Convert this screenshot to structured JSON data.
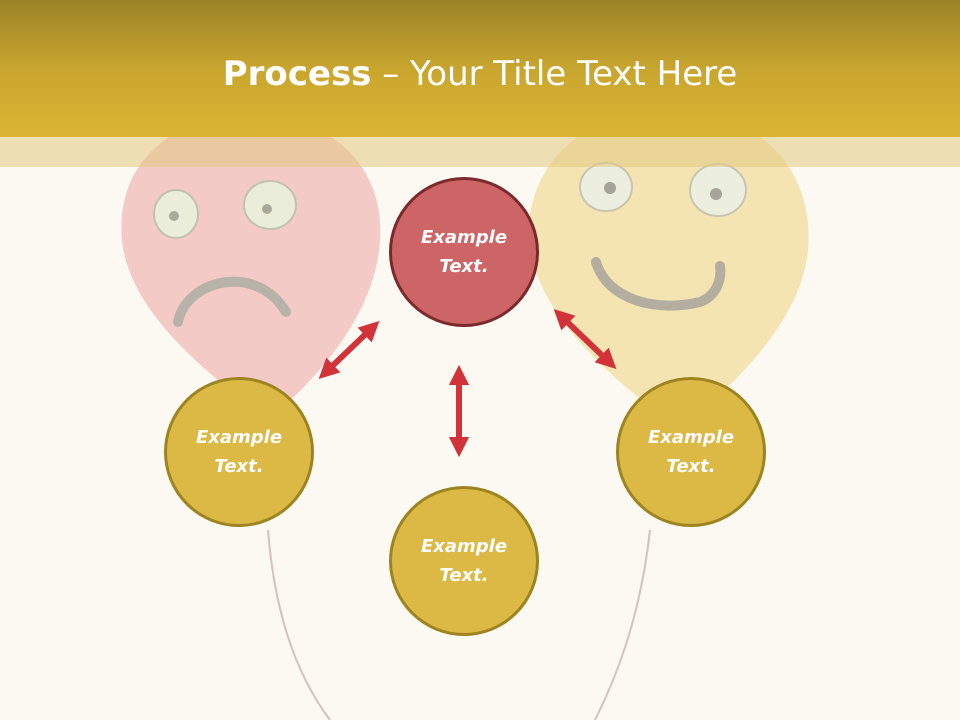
{
  "slide": {
    "title_bold": "Process",
    "title_rest": " – Your Title Text Here"
  },
  "nodes": {
    "top": {
      "line1": "Example",
      "line2": "Text."
    },
    "left": {
      "line1": "Example",
      "line2": "Text."
    },
    "bottom": {
      "line1": "Example",
      "line2": "Text."
    },
    "right": {
      "line1": "Example",
      "line2": "Text."
    }
  },
  "colors": {
    "header": "#c8a52e",
    "node_fill": "#dcb844",
    "node_border": "#9e8420",
    "center_fill": "#cd6466",
    "arrow": "#d2323a"
  },
  "icons": [
    "sad-balloon",
    "happy-balloon",
    "double-arrow"
  ]
}
